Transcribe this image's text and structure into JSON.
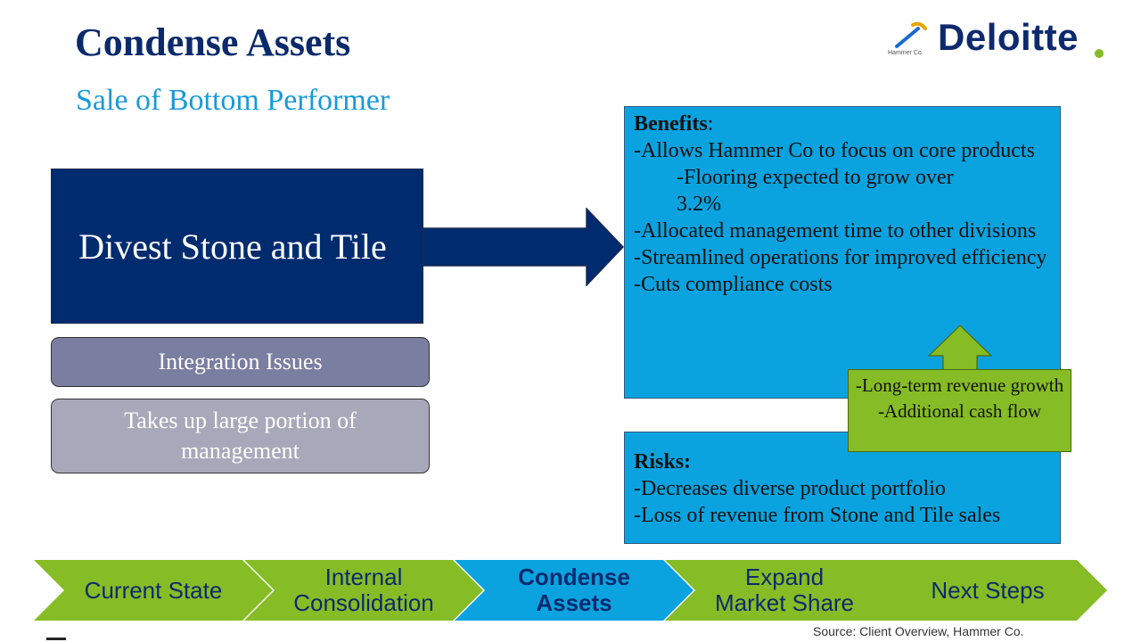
{
  "header": {
    "title": "Condense Assets",
    "subtitle": "Sale of Bottom Performer"
  },
  "logo": {
    "wordmark": "Deloitte",
    "sub_label": "Hammer Co.",
    "accent_color": "#86bc25"
  },
  "left_panel": {
    "main_box": "Divest Stone and Tile",
    "issues": [
      "Integration Issues",
      "Takes up large portion of management"
    ]
  },
  "benefits": {
    "heading": "Benefits",
    "heading_suffix": ":",
    "lines": [
      "-Allows Hammer Co to focus on core products",
      "-Flooring expected to grow over 3.2%",
      "-Allocated management time to other divisions",
      "-Streamlined operations for improved efficiency",
      "-Cuts compliance costs"
    ]
  },
  "callout": {
    "lines": [
      "-Long-term revenue growth",
      "-Additional cash flow"
    ]
  },
  "risks": {
    "heading": "Risks:",
    "lines": [
      "-Decreases diverse product portfolio",
      "-Loss of revenue from Stone and Tile sales"
    ]
  },
  "nav": {
    "steps": [
      {
        "line1": "Current State",
        "line2": "",
        "active": false
      },
      {
        "line1": "Internal",
        "line2": "Consolidation",
        "active": false
      },
      {
        "line1": "Condense",
        "line2": "Assets",
        "active": true
      },
      {
        "line1": "Expand",
        "line2": "Market Share",
        "active": false
      },
      {
        "line1": "Next Steps",
        "line2": "",
        "active": false
      }
    ],
    "colors": {
      "default": "#86bc25",
      "active": "#0aa3e0"
    }
  },
  "footer": {
    "source": "Source: Client Overview, Hammer Co."
  }
}
